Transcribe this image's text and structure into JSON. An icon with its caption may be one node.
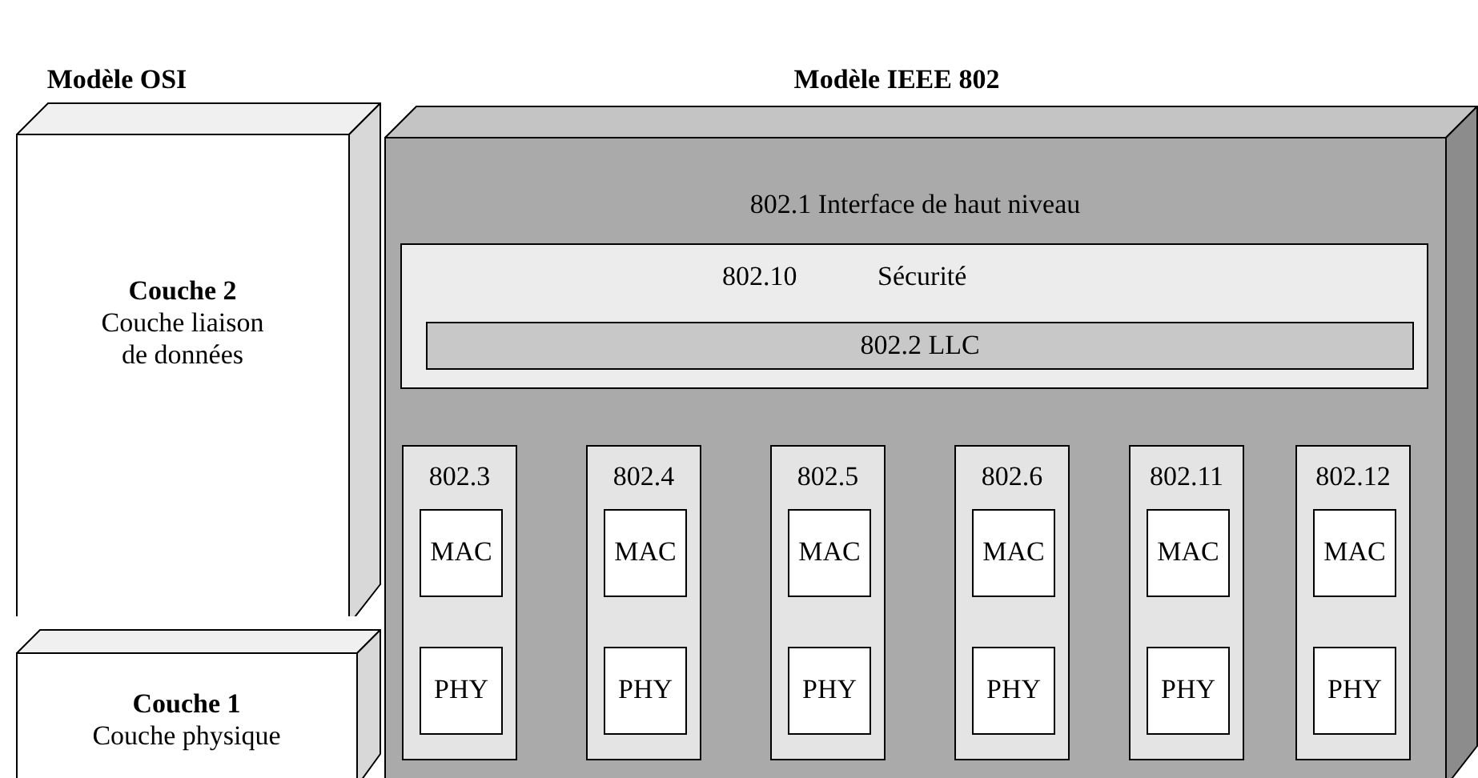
{
  "diagram": {
    "nodes": [
      {
        "text": [
          "Couche 2",
          "Couche liaison de données"
        ]
      },
      {
        "text": [
          "Couche 1",
          "Couche physique"
        ]
      },
      {
        "text": [
          "802.1 Interface de haut niveau"
        ]
      },
      {
        "text": [
          "802.10",
          "Sécurité"
        ],
        "in": 2
      },
      {
        "text": [
          "802.2 LLC"
        ],
        "in": 3
      },
      {
        "text": [
          "802.3"
        ],
        "in": 2
      },
      {
        "text": [
          "MAC"
        ],
        "in": 5
      },
      {
        "text": [
          "PHY"
        ],
        "in": 5
      },
      {
        "text": [
          "802.4"
        ],
        "in": 2
      },
      {
        "text": [
          "MAC"
        ],
        "in": 8
      },
      {
        "text": [
          "PHY"
        ],
        "in": 8
      },
      {
        "text": [
          "802.5"
        ],
        "in": 2
      },
      {
        "text": [
          "MAC"
        ],
        "in": 11
      },
      {
        "text": [
          "PHY"
        ],
        "in": 11
      },
      {
        "text": [
          "802.6"
        ],
        "in": 2
      },
      {
        "text": [
          "MAC"
        ],
        "in": 14
      },
      {
        "text": [
          "PHY"
        ],
        "in": 14
      },
      {
        "text": [
          "802.11"
        ],
        "in": 2
      },
      {
        "text": [
          "MAC"
        ],
        "in": 17
      },
      {
        "text": [
          "PHY"
        ],
        "in": 17
      },
      {
        "text": [
          "802.12"
        ],
        "in": 2
      },
      {
        "text": [
          "MAC"
        ],
        "in": 20
      },
      {
        "text": [
          "PHY"
        ],
        "in": 20
      }
    ],
    "edges": [],
    "labels": [
      "Modèle OSI",
      "Modèle IEEE 802"
    ]
  }
}
